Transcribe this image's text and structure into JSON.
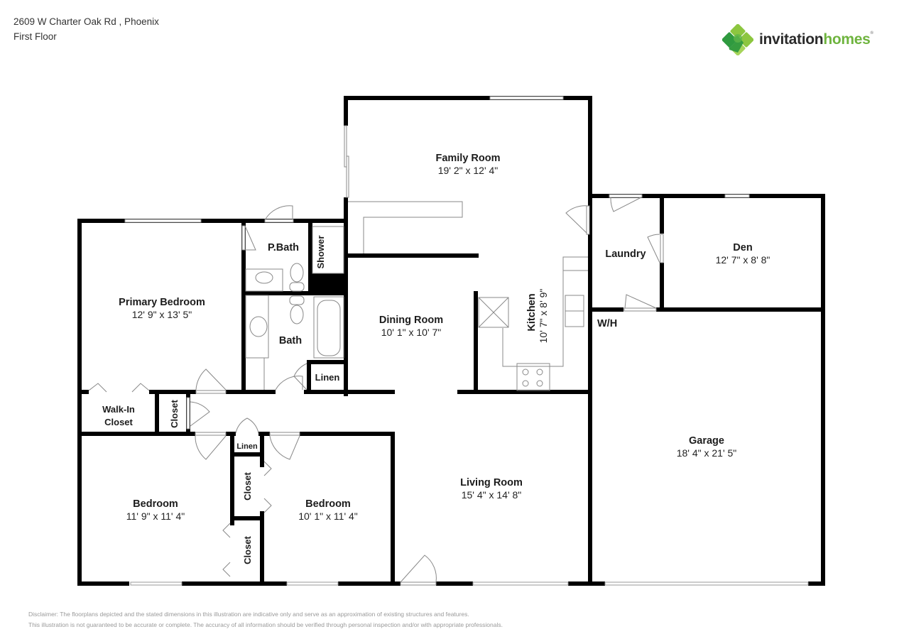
{
  "header": {
    "address": "2609 W Charter Oak Rd , Phoenix",
    "floor": "First Floor"
  },
  "logo": {
    "word1": "invitation",
    "word2": "homes",
    "colors": {
      "dark_green": "#2f9a3f",
      "light_green": "#8cc63f",
      "text_dark": "#2b2b2b",
      "text_green": "#6fb43f"
    }
  },
  "rooms": {
    "family_room": {
      "name": "Family Room",
      "dims": "19' 2\" x 12' 4\""
    },
    "primary_bedroom": {
      "name": "Primary Bedroom",
      "dims": "12' 9\" x 13' 5\""
    },
    "p_bath": {
      "name": "P.Bath"
    },
    "shower": {
      "name": "Shower"
    },
    "bath": {
      "name": "Bath"
    },
    "linen_bath": {
      "name": "Linen"
    },
    "dining_room": {
      "name": "Dining Room",
      "dims": "10' 1\" x 10' 7\""
    },
    "kitchen": {
      "name": "Kitchen",
      "dims": "10' 7\" x 8' 9\""
    },
    "laundry": {
      "name": "Laundry"
    },
    "den": {
      "name": "Den",
      "dims": "12' 7\" x 8' 8\""
    },
    "wh": {
      "name": "W/H"
    },
    "walk_in_closet": {
      "name_line1": "Walk-In",
      "name_line2": "Closet"
    },
    "hall_closet": {
      "name": "Closet"
    },
    "linen_hall": {
      "name": "Linen"
    },
    "closet_upper": {
      "name": "Closet"
    },
    "closet_lower": {
      "name": "Closet"
    },
    "bedroom_2": {
      "name": "Bedroom",
      "dims": "11' 9\" x 11' 4\""
    },
    "bedroom_3": {
      "name": "Bedroom",
      "dims": "10' 1\" x 11' 4\""
    },
    "living_room": {
      "name": "Living Room",
      "dims": "15' 4\" x 14' 8\""
    },
    "garage": {
      "name": "Garage",
      "dims": "18' 4\" x 21' 5\""
    }
  },
  "disclaimer": {
    "line1": "Disclaimer: The floorplans depicted and the stated dimensions in this illustration are indicative only and serve as an approximation of existing structures and features.",
    "line2": "This illustration is not guaranteed to be accurate or complete. The accuracy of all information should be verified through personal inspection and/or with appropriate professionals."
  }
}
